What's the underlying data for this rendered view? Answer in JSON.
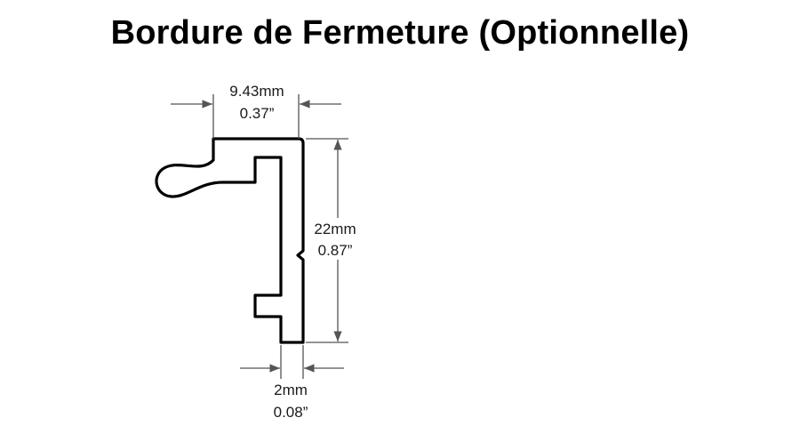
{
  "title": "Bordure de Fermeture (Optionnelle)",
  "dimensions": {
    "top_width": {
      "metric": "9.43mm",
      "imperial": "0.37”"
    },
    "height": {
      "metric": "22mm",
      "imperial": "0.87”"
    },
    "bottom_thickness": {
      "metric": "2mm",
      "imperial": "0.08”"
    }
  },
  "colors": {
    "profile_stroke": "#000000",
    "dimension_lines": "#555555",
    "text": "#1a1a1a"
  }
}
